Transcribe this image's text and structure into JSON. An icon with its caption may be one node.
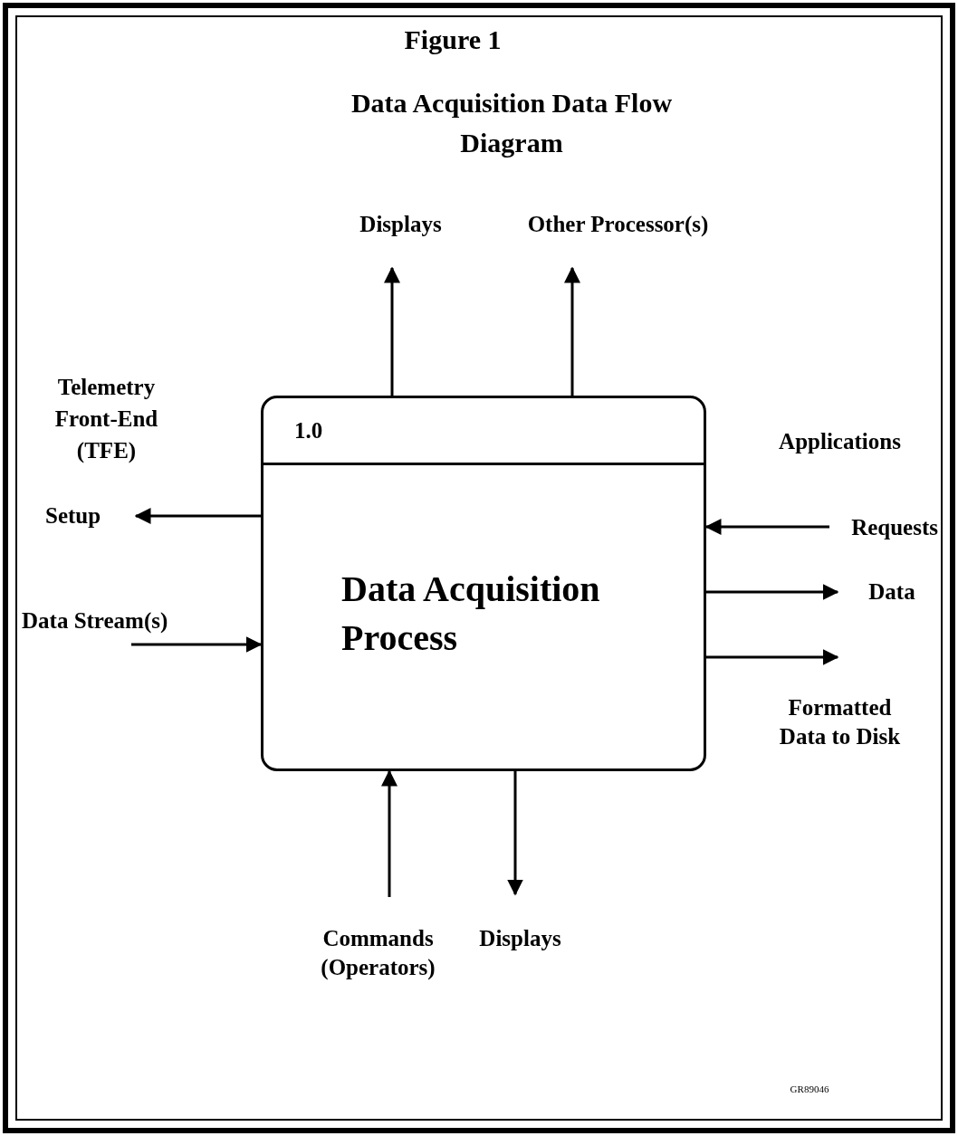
{
  "diagram": {
    "title": "Data Acquisition Data Flow Diagram",
    "nodes": [
      {
        "text": [
          "1.0",
          "Data Acquisition Process"
        ]
      },
      {
        "text": [
          "Displays"
        ]
      },
      {
        "text": [
          "Other Processor(s)"
        ]
      },
      {
        "text": [
          "Setup"
        ]
      },
      {
        "text": [
          "Data Stream(s)"
        ]
      },
      {
        "text": [
          "Requests"
        ]
      },
      {
        "text": [
          "Data"
        ]
      },
      {
        "text": [
          "Formatted Data to Disk"
        ]
      },
      {
        "text": [
          "Commands (Operators)"
        ]
      },
      {
        "text": [
          "Displays"
        ]
      }
    ],
    "edges": [
      {
        "from": 0,
        "to": 1,
        "arrow": "to"
      },
      {
        "from": 0,
        "to": 2,
        "arrow": "to"
      },
      {
        "from": 0,
        "to": 3,
        "arrow": "to"
      },
      {
        "from": 4,
        "to": 0,
        "arrow": "to"
      },
      {
        "from": 5,
        "to": 0,
        "arrow": "to"
      },
      {
        "from": 0,
        "to": 6,
        "arrow": "to"
      },
      {
        "from": 0,
        "to": 7,
        "arrow": "to"
      },
      {
        "from": 8,
        "to": 0,
        "arrow": "to"
      },
      {
        "from": 0,
        "to": 9,
        "arrow": "to"
      }
    ],
    "labels": [
      "Figure 1",
      "Telemetry Front-End (TFE)",
      "Applications",
      "GR89046"
    ]
  }
}
